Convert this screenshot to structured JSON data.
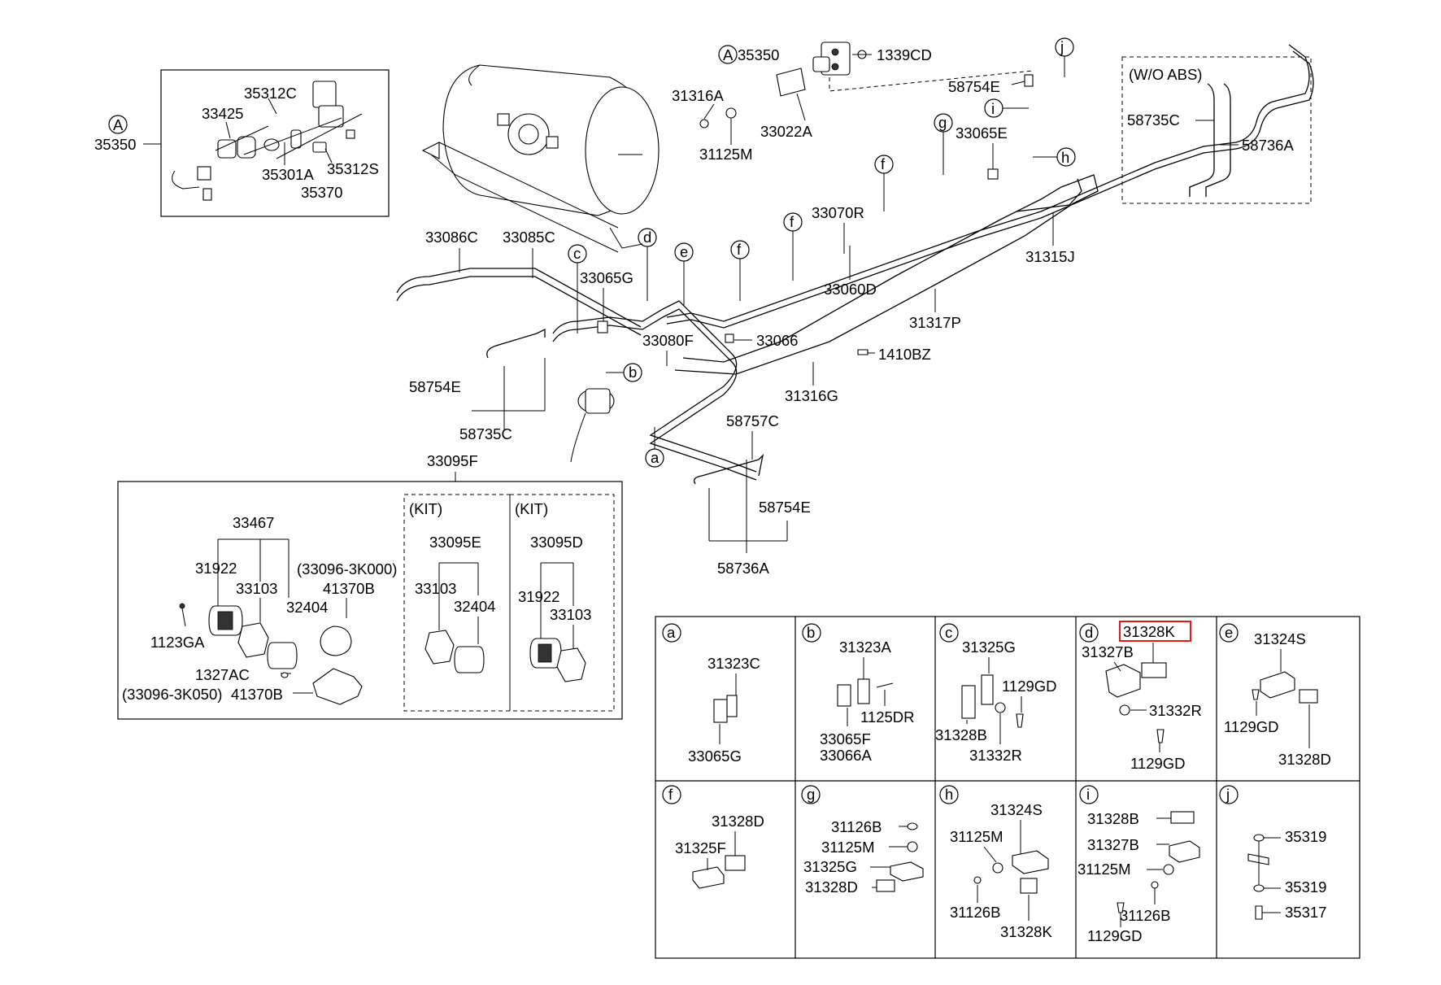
{
  "inset_a": {
    "marker": "A",
    "assembly": "35350",
    "parts": [
      "35312C",
      "33425",
      "35301A",
      "35312S",
      "35370"
    ]
  },
  "top_assembly": {
    "marker": "A",
    "labels": [
      "35350",
      "1339CD",
      "31316A",
      "33022A",
      "31125M"
    ]
  },
  "wo_abs": {
    "title": "(W/O ABS)",
    "labels": [
      "58735C",
      "58736A"
    ]
  },
  "main_lines": {
    "labels": [
      "58754E",
      "33065E",
      "33070R",
      "33060D",
      "31315J",
      "31317P",
      "33086C",
      "33085C",
      "33065G",
      "33066",
      "33080F",
      "1410BZ",
      "31316G",
      "58754E",
      "58735C",
      "58757C",
      "58754E",
      "58736A"
    ],
    "callouts": [
      "j",
      "i",
      "h",
      "g",
      "f",
      "f",
      "f",
      "e",
      "d",
      "c",
      "b",
      "a"
    ]
  },
  "filter_box": {
    "assembly": "33095F",
    "labels": [
      "33467",
      "31922",
      "33103",
      "(33096-3K000)",
      "41370B",
      "32404",
      "1123GA",
      "1327AC",
      "(33096-3K050)",
      "41370B"
    ],
    "kit1": {
      "title": "(KIT)",
      "labels": [
        "33095E",
        "33103",
        "32404"
      ]
    },
    "kit2": {
      "title": "(KIT)",
      "labels": [
        "33095D",
        "31922",
        "33103"
      ]
    }
  },
  "detail_grid": {
    "cells": [
      {
        "key": "a",
        "labels": [
          "31323C",
          "33065G"
        ]
      },
      {
        "key": "b",
        "labels": [
          "31323A",
          "1125DR",
          "33065F",
          "33066A"
        ]
      },
      {
        "key": "c",
        "labels": [
          "31325G",
          "1129GD",
          "31328B",
          "31332R"
        ]
      },
      {
        "key": "d",
        "labels": [
          "31328K",
          "31327B",
          "31332R",
          "1129GD"
        ]
      },
      {
        "key": "e",
        "labels": [
          "31324S",
          "1129GD",
          "31328D"
        ]
      },
      {
        "key": "f",
        "labels": [
          "31328D",
          "31325F"
        ]
      },
      {
        "key": "g",
        "labels": [
          "31126B",
          "31125M",
          "31325G",
          "31328D"
        ]
      },
      {
        "key": "h",
        "labels": [
          "31324S",
          "31125M",
          "31126B",
          "31328K"
        ]
      },
      {
        "key": "i",
        "labels": [
          "31328B",
          "31327B",
          "31125M",
          "31126B",
          "1129GD"
        ]
      },
      {
        "key": "j",
        "labels": [
          "35319",
          "35319",
          "35317"
        ]
      }
    ]
  },
  "colors": {
    "line": "#000000",
    "highlight": "#e00000",
    "background": "#ffffff"
  }
}
